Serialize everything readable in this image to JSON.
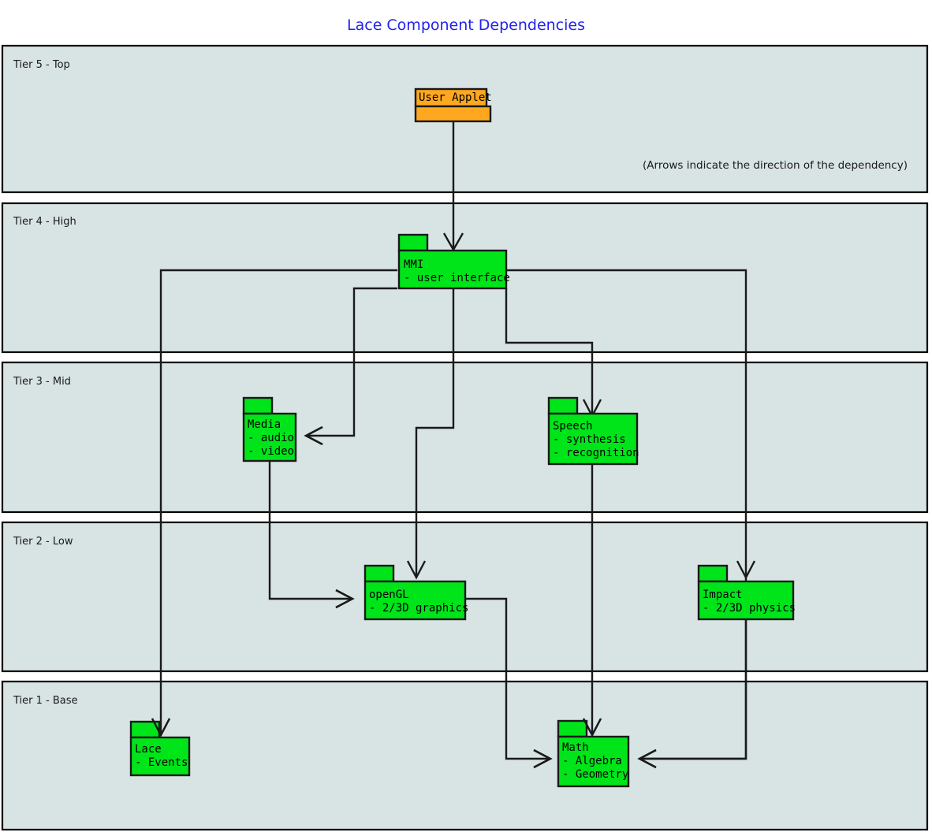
{
  "page": {
    "title": "Lace Component Dependencies",
    "title_color": "#2222ee",
    "background": "#ffffff",
    "note": "(Arrows indicate the direction of the dependency)"
  },
  "colors": {
    "tier_band": "#d8e3e3",
    "package_green": "#00e519",
    "package_orange": "#ffa81f",
    "outline": "#1a1a1a"
  },
  "tiers": [
    {
      "id": "tier5",
      "label": "Tier 5 - Top"
    },
    {
      "id": "tier4",
      "label": "Tier 4 - High"
    },
    {
      "id": "tier3",
      "label": "Tier 3 - Mid"
    },
    {
      "id": "tier2",
      "label": "Tier 2 - Low"
    },
    {
      "id": "tier1",
      "label": "Tier 1 - Base"
    }
  ],
  "packages": [
    {
      "id": "user-applet",
      "name": "User Applet",
      "details": [],
      "tier": "tier5",
      "color": "#ffa81f"
    },
    {
      "id": "mmi",
      "name": "MMI",
      "details": [
        "- user interface"
      ],
      "tier": "tier4",
      "color": "#00e519"
    },
    {
      "id": "media",
      "name": "Media",
      "details": [
        "- audio",
        "- video"
      ],
      "tier": "tier3",
      "color": "#00e519"
    },
    {
      "id": "speech",
      "name": "Speech",
      "details": [
        "- synthesis",
        "- recognition"
      ],
      "tier": "tier3",
      "color": "#00e519"
    },
    {
      "id": "opengl",
      "name": "openGL",
      "details": [
        "- 2/3D graphics"
      ],
      "tier": "tier2",
      "color": "#00e519"
    },
    {
      "id": "impact",
      "name": "Impact",
      "details": [
        "- 2/3D physics"
      ],
      "tier": "tier2",
      "color": "#00e519"
    },
    {
      "id": "lace",
      "name": "Lace",
      "details": [
        "- Events"
      ],
      "tier": "tier1",
      "color": "#00e519"
    },
    {
      "id": "math",
      "name": "Math",
      "details": [
        "- Algebra",
        "- Geometry"
      ],
      "tier": "tier1",
      "color": "#00e519"
    }
  ],
  "dependencies": [
    {
      "from": "user-applet",
      "to": "mmi"
    },
    {
      "from": "mmi",
      "to": "lace"
    },
    {
      "from": "mmi",
      "to": "media"
    },
    {
      "from": "mmi",
      "to": "opengl"
    },
    {
      "from": "mmi",
      "to": "speech"
    },
    {
      "from": "mmi",
      "to": "math"
    },
    {
      "from": "media",
      "to": "opengl"
    },
    {
      "from": "speech",
      "to": "math"
    },
    {
      "from": "opengl",
      "to": "math"
    },
    {
      "from": "impact",
      "to": "math"
    }
  ]
}
